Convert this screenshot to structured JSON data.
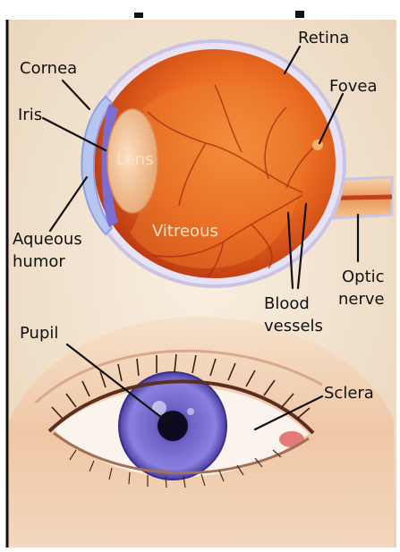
{
  "diagram": {
    "labels": {
      "cornea": "Cornea",
      "iris": "Iris",
      "lens": "Lens",
      "aqueous_line1": "Aqueous",
      "aqueous_line2": "humor",
      "retina": "Retina",
      "fovea": "Fovea",
      "vitreous": "Vitreous",
      "blood_line1": "Blood",
      "blood_line2": "vessels",
      "optic_line1": "Optic",
      "optic_line2": "nerve",
      "pupil": "Pupil",
      "sclera": "Sclera"
    },
    "colors": {
      "background": "#f2e2cc",
      "eyeball_orange": "#e8671f",
      "eyeball_dark": "#b8340f",
      "sclera_outline": "#c9c4e6",
      "iris_violet": "#7d6fd1",
      "lens_peach": "#f4c49c",
      "skin": "#f3d2b4"
    }
  }
}
